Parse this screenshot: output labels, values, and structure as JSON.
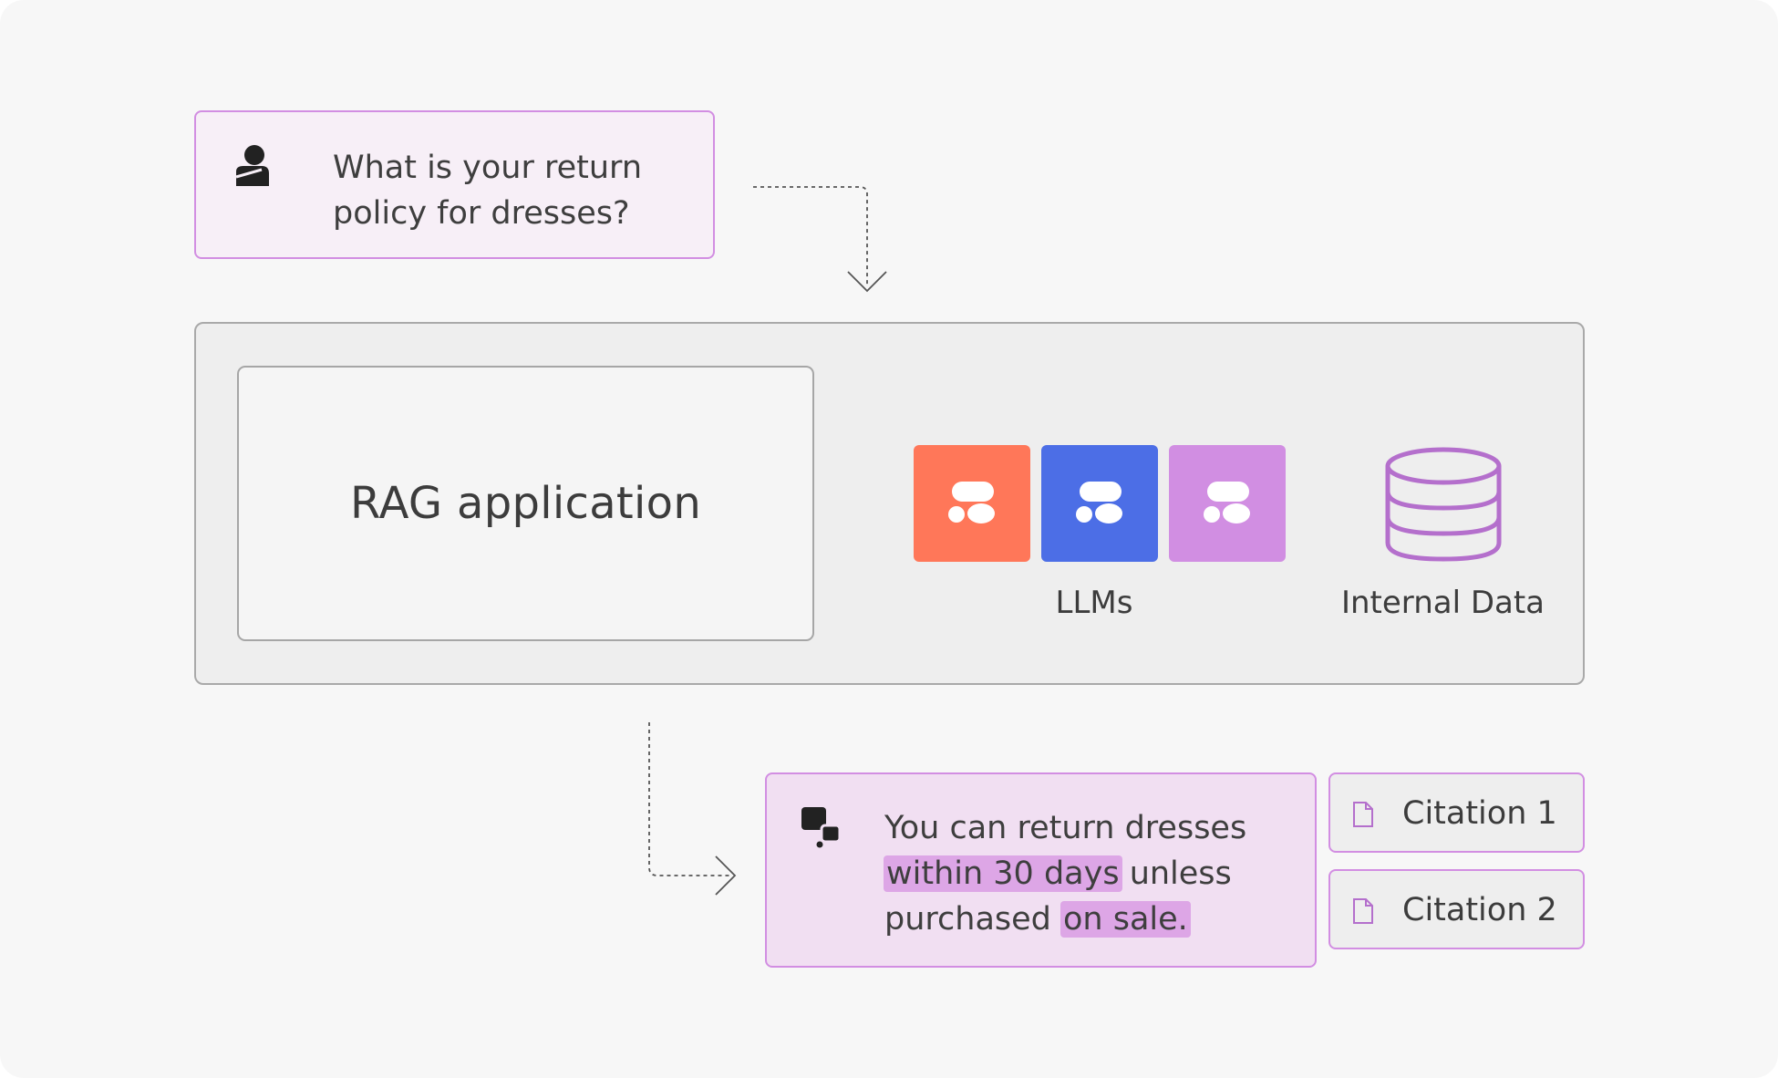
{
  "question": {
    "text_line1": "What is your return",
    "text_line2": "policy for dresses?"
  },
  "rag_app": {
    "label": "RAG application"
  },
  "llms": {
    "label": "LLMs",
    "tiles": [
      {
        "color": "#ff7759"
      },
      {
        "color": "#4c6ee6"
      },
      {
        "color": "#d18ee2"
      }
    ]
  },
  "internal_data": {
    "label": "Internal Data",
    "icon_color": "#b46fcc"
  },
  "answer": {
    "seg1": "You can return dresses",
    "highlight1": "within 30 days",
    "seg2": " unless",
    "seg3": "purchased ",
    "highlight2": "on sale."
  },
  "citations": [
    {
      "label": "Citation 1"
    },
    {
      "label": "Citation 2"
    }
  ],
  "colors": {
    "accent_border": "#d28ee2",
    "highlight": "#dda6e6"
  }
}
